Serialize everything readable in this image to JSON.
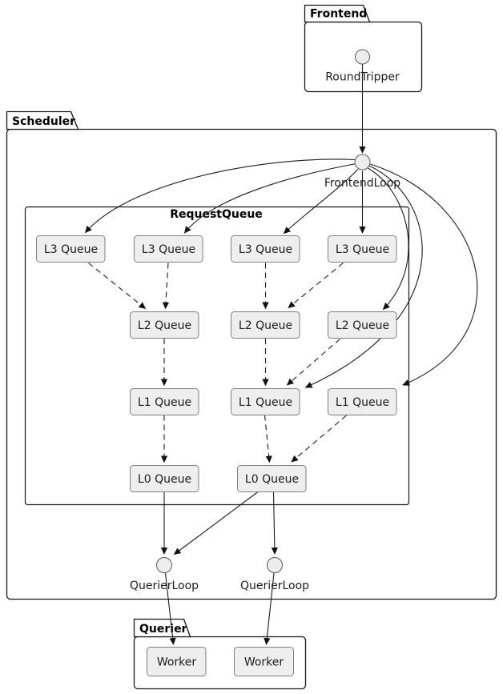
{
  "diagram_kind": "component-architecture-diagram",
  "packages": {
    "frontend": {
      "title": "Frontend"
    },
    "scheduler": {
      "title": "Scheduler"
    },
    "request_queue": {
      "title": "RequestQueue"
    },
    "querier": {
      "title": "Querier"
    }
  },
  "nodes": {
    "round_tripper": "RoundTripper",
    "frontend_loop": "FrontendLoop",
    "l3_queues": [
      "L3 Queue",
      "L3 Queue",
      "L3 Queue",
      "L3 Queue"
    ],
    "l2_queues": [
      "L2 Queue",
      "L2 Queue",
      "L2 Queue"
    ],
    "l1_queues": [
      "L1 Queue",
      "L1 Queue",
      "L1 Queue"
    ],
    "l0_queues": [
      "L0 Queue",
      "L0 Queue"
    ],
    "querier_loops": [
      "QuerierLoop",
      "QuerierLoop"
    ],
    "workers": [
      "Worker",
      "Worker"
    ]
  },
  "edges": [
    {
      "from": "RoundTripper",
      "to": "FrontendLoop",
      "style": "solid"
    },
    {
      "from": "FrontendLoop",
      "to": "L3 Queue 1",
      "style": "solid"
    },
    {
      "from": "FrontendLoop",
      "to": "L3 Queue 2",
      "style": "solid"
    },
    {
      "from": "FrontendLoop",
      "to": "L3 Queue 3",
      "style": "solid"
    },
    {
      "from": "FrontendLoop",
      "to": "L3 Queue 4",
      "style": "solid"
    },
    {
      "from": "FrontendLoop",
      "to": "L2 Queue 3",
      "style": "solid"
    },
    {
      "from": "FrontendLoop",
      "to": "L1 Queue 2",
      "style": "solid"
    },
    {
      "from": "FrontendLoop",
      "to": "L1 Queue 3",
      "style": "solid"
    },
    {
      "from": "L3 Queue 1",
      "to": "L2 Queue 1",
      "style": "dashed"
    },
    {
      "from": "L3 Queue 2",
      "to": "L2 Queue 1",
      "style": "dashed"
    },
    {
      "from": "L3 Queue 3",
      "to": "L2 Queue 2",
      "style": "dashed"
    },
    {
      "from": "L3 Queue 4",
      "to": "L2 Queue 2",
      "style": "dashed"
    },
    {
      "from": "L2 Queue 1",
      "to": "L1 Queue 1",
      "style": "dashed"
    },
    {
      "from": "L2 Queue 2",
      "to": "L1 Queue 2",
      "style": "dashed"
    },
    {
      "from": "L2 Queue 3",
      "to": "L1 Queue 2",
      "style": "dashed"
    },
    {
      "from": "L1 Queue 1",
      "to": "L0 Queue 1",
      "style": "dashed"
    },
    {
      "from": "L1 Queue 2",
      "to": "L0 Queue 2",
      "style": "dashed"
    },
    {
      "from": "L1 Queue 3",
      "to": "L0 Queue 2",
      "style": "dashed"
    },
    {
      "from": "L0 Queue 1",
      "to": "QuerierLoop 1",
      "style": "solid"
    },
    {
      "from": "L0 Queue 2",
      "to": "QuerierLoop 1",
      "style": "solid"
    },
    {
      "from": "L0 Queue 2",
      "to": "QuerierLoop 2",
      "style": "solid"
    },
    {
      "from": "QuerierLoop 1",
      "to": "Worker 1",
      "style": "solid"
    },
    {
      "from": "QuerierLoop 2",
      "to": "Worker 2",
      "style": "solid"
    }
  ],
  "colors": {
    "background": "#ffffff",
    "node_fill": "#eeeeee",
    "node_border": "#7f7f7f",
    "package_border": "#161616",
    "edge": "#1c1c1c",
    "text": "#1c1c1c"
  }
}
